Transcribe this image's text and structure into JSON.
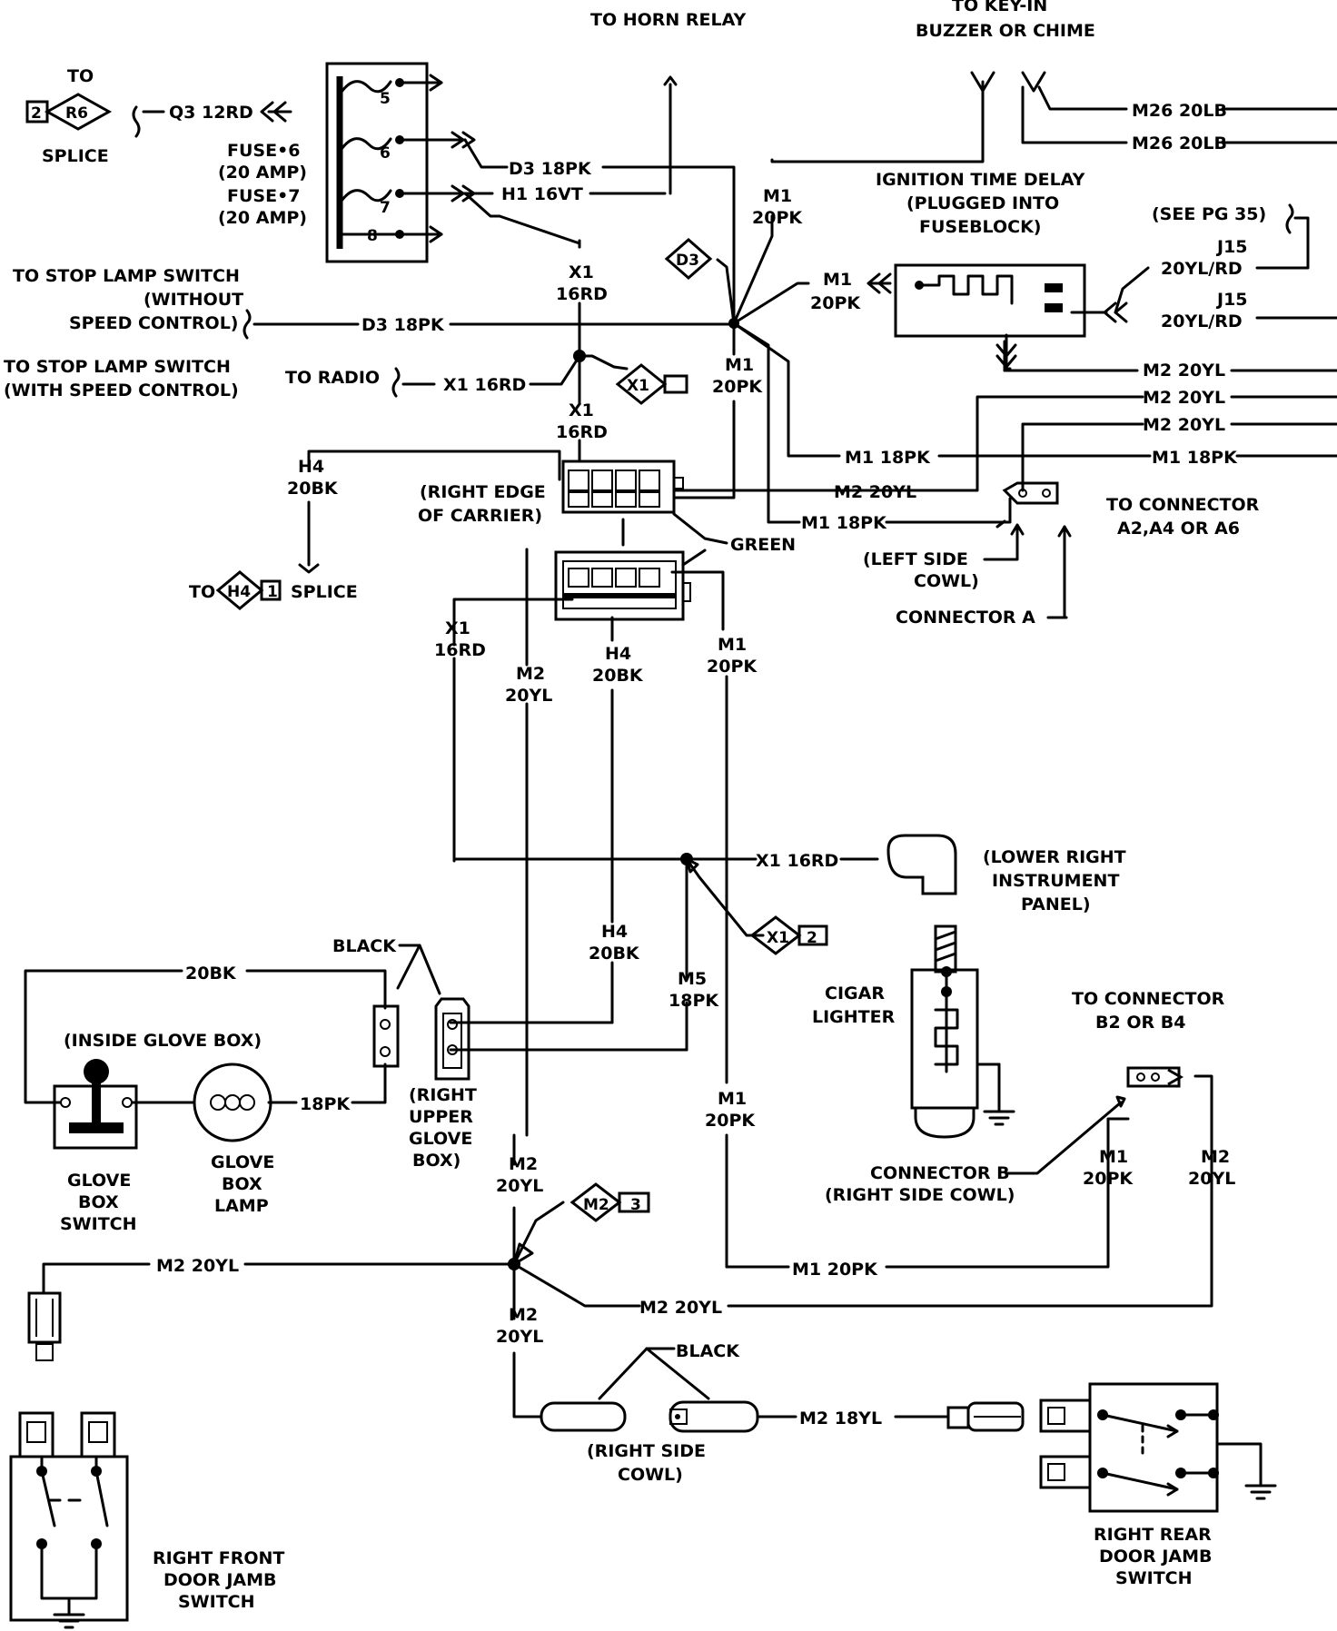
{
  "labels": {
    "to_horn_relay": "TO HORN RELAY",
    "to_keyin_1": "TO KEY-IN",
    "to_keyin_2": "BUZZER OR CHIME",
    "to_r6": "TO",
    "r6_a": "2",
    "r6_b": "R6",
    "splice_r6": "SPLICE",
    "q3": "Q3  12RD",
    "fuse5": "5",
    "fuse6": "6",
    "fuse7": "7",
    "fuse8": "8",
    "fuse6_label": "FUSE•6",
    "fuse6_amp": "(20 AMP)",
    "fuse7_label": "FUSE•7",
    "fuse7_amp": "(20 AMP)",
    "d3_18pk_top": "D3  18PK",
    "h1_16vt": "H1  16VT",
    "m26_a": "M26  20LB",
    "m26_b": "M26  20LB",
    "m1_20pk_a1": "M1",
    "m1_20pk_a2": "20PK",
    "itd_1": "IGNITION TIME DELAY",
    "itd_2": "(PLUGGED INTO",
    "itd_3": "FUSEBLOCK)",
    "see_pg": "(SEE PG 35)",
    "j15_a1": "J15",
    "j15_a2": "20YL/RD",
    "j15_b1": "J15",
    "j15_b2": "20YL/RD",
    "d3_diamond": "D3",
    "m1_20pk_b1": "M1",
    "m1_20pk_b2": "20PK",
    "stop_wo_1": "TO STOP LAMP SWITCH",
    "stop_wo_2": "(WITHOUT",
    "stop_wo_3": "SPEED CONTROL)",
    "d3_18pk_mid": "D3  18PK",
    "x1_16rd_a1": "X1",
    "x1_16rd_a2": "16RD",
    "stop_w_1": "TO STOP LAMP SWITCH",
    "stop_w_2": "(WITH SPEED CONTROL)",
    "to_radio": "TO RADIO",
    "x1_16rd_radio": "X1  16RD",
    "x1_diamond_1": "X1",
    "x1_16rd_b1": "X1",
    "x1_16rd_b2": "16RD",
    "m1_20pk_c1": "M1",
    "m1_20pk_c2": "20PK",
    "m2_20yl_r1": "M2  20YL",
    "m2_20yl_r2": "M2  20YL",
    "m2_20yl_r3": "M2  20YL",
    "m1_18pk_a": "M1  18PK",
    "m1_18pk_b": "M1  18PK",
    "h4_20bk_a1": "H4",
    "h4_20bk_a2": "20BK",
    "carrier_1": "(RIGHT EDGE",
    "carrier_2": "OF CARRIER)",
    "m2_20yl_mid": "M2  20YL",
    "m1_18pk_c": "M1  18PK",
    "green": "GREEN",
    "conn_a2_1": "TO CONNECTOR",
    "conn_a2_2": "A2,A4 OR A6",
    "left_cowl_1": "(LEFT SIDE",
    "left_cowl_2": "COWL)",
    "connector_a": "CONNECTOR A",
    "to_h4": "TO",
    "h4_diamond": "H4",
    "h4_num": "1",
    "splice_h4": "SPLICE",
    "x1_16rd_c1": "X1",
    "x1_16rd_c2": "16RD",
    "m2_20yl_c1": "M2",
    "m2_20yl_c2": "20YL",
    "h4_20bk_b1": "H4",
    "h4_20bk_b2": "20BK",
    "m1_20pk_d1": "M1",
    "m1_20pk_d2": "20PK",
    "x1_16rd_d": "X1  16RD",
    "lower_right_1": "(LOWER RIGHT",
    "lower_right_2": "INSTRUMENT",
    "lower_right_3": "PANEL)",
    "x1_diamond_2": "X1",
    "x1_num_2": "2",
    "h4_20bk_c1": "H4",
    "h4_20bk_c2": "20BK",
    "black_1": "BLACK",
    "bk_20": "20BK",
    "m5_1": "M5",
    "m5_2": "18PK",
    "cigar_1": "CIGAR",
    "cigar_2": "LIGHTER",
    "inside_glove": "(INSIDE GLOVE BOX)",
    "pk_18": "18PK",
    "rugb_1": "(RIGHT",
    "rugb_2": "UPPER",
    "rugb_3": "GLOVE",
    "rugb_4": "BOX)",
    "conn_b2_1": "TO CONNECTOR",
    "conn_b2_2": "B2 OR B4",
    "m1_20pk_e1": "M1",
    "m1_20pk_e2": "20PK",
    "glove_switch_1": "GLOVE",
    "glove_switch_2": "BOX",
    "glove_switch_3": "SWITCH",
    "glove_lamp_1": "GLOVE",
    "glove_lamp_2": "BOX",
    "glove_lamp_3": "LAMP",
    "m2_20yl_d1": "M2",
    "m2_20yl_d2": "20YL",
    "connector_b_1": "CONNECTOR B",
    "connector_b_2": "(RIGHT SIDE COWL)",
    "m1_20pk_f1": "M1",
    "m1_20pk_f2": "20PK",
    "m2_20yl_f1": "M2",
    "m2_20yl_f2": "20YL",
    "m2_diamond": "M2",
    "m2_num": "3",
    "m2_20yl_g": "M2  20YL",
    "m1_20pk_g": "M1  20PK",
    "m2_20yl_h": "M2  20YL",
    "m2_20yl_i1": "M2",
    "m2_20yl_i2": "20YL",
    "black_2": "BLACK",
    "m2_18yl": "M2  18YL",
    "rsc_1": "(RIGHT SIDE",
    "rsc_2": "COWL)",
    "rfd_1": "RIGHT FRONT",
    "rfd_2": "DOOR JAMB",
    "rfd_3": "SWITCH",
    "rrd_1": "RIGHT REAR",
    "rrd_2": "DOOR JAMB",
    "rrd_3": "SWITCH"
  }
}
